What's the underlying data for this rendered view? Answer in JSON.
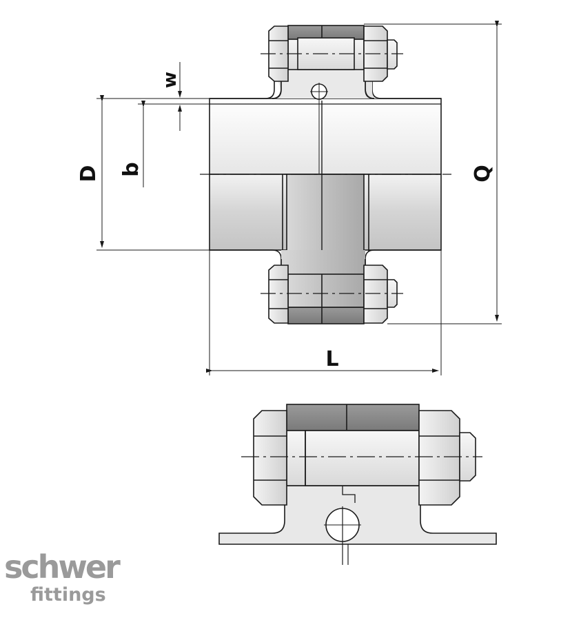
{
  "dimensions": {
    "w": "w",
    "D": "D",
    "b": "b",
    "Q": "Q",
    "L": "L"
  },
  "logo": {
    "main": "schwer",
    "sub": "fittings"
  },
  "colors": {
    "line": "#1a1a1a",
    "body_fill": "#dcdcdc",
    "body_shade": "#bdbdbd",
    "ring_fill": "#8c8c8c",
    "hex_fill": "#e6e6e6",
    "logo": "#9a9a9a"
  }
}
